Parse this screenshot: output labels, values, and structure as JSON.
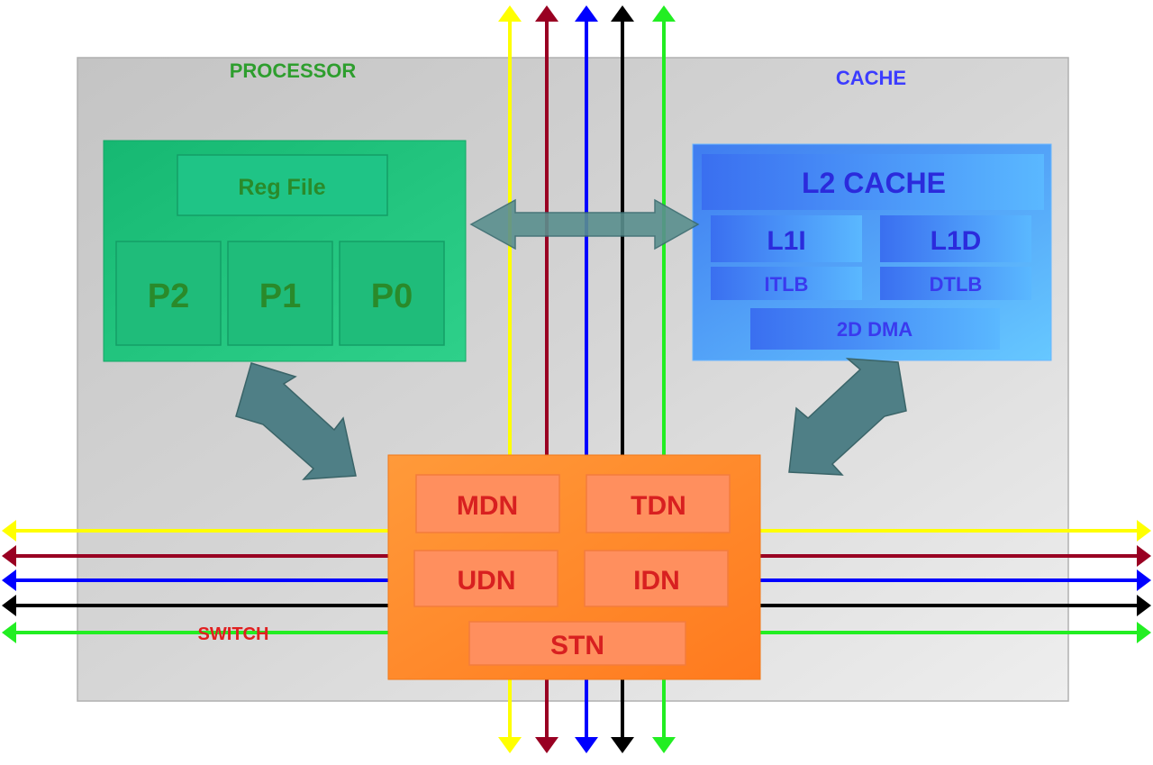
{
  "regions": {
    "processor": "PROCESSOR",
    "cache": "CACHE",
    "switch": "SWITCH"
  },
  "processor": {
    "reg_file": "Reg File",
    "pipes": [
      "P2",
      "P1",
      "P0"
    ]
  },
  "cache": {
    "l2": "L2 CACHE",
    "l1i": "L1I",
    "l1d": "L1D",
    "itlb": "ITLB",
    "dtlb": "DTLB",
    "dma": "2D DMA"
  },
  "switch": {
    "networks": [
      "MDN",
      "TDN",
      "UDN",
      "IDN",
      "STN"
    ]
  },
  "colors": {
    "background_panel": "#cfcfcf",
    "processor_block": "#1fc27a",
    "cache_block": "#4a9cf5",
    "switch_block": "#ff8a2e",
    "arrow_fill": "#4f7f86",
    "label_green": "#2e9e2e",
    "label_blue": "#3c3cff",
    "label_red": "#e02020",
    "network_lines": [
      "#ffff00",
      "#990022",
      "#0000ff",
      "#000000",
      "#22ee22"
    ]
  }
}
